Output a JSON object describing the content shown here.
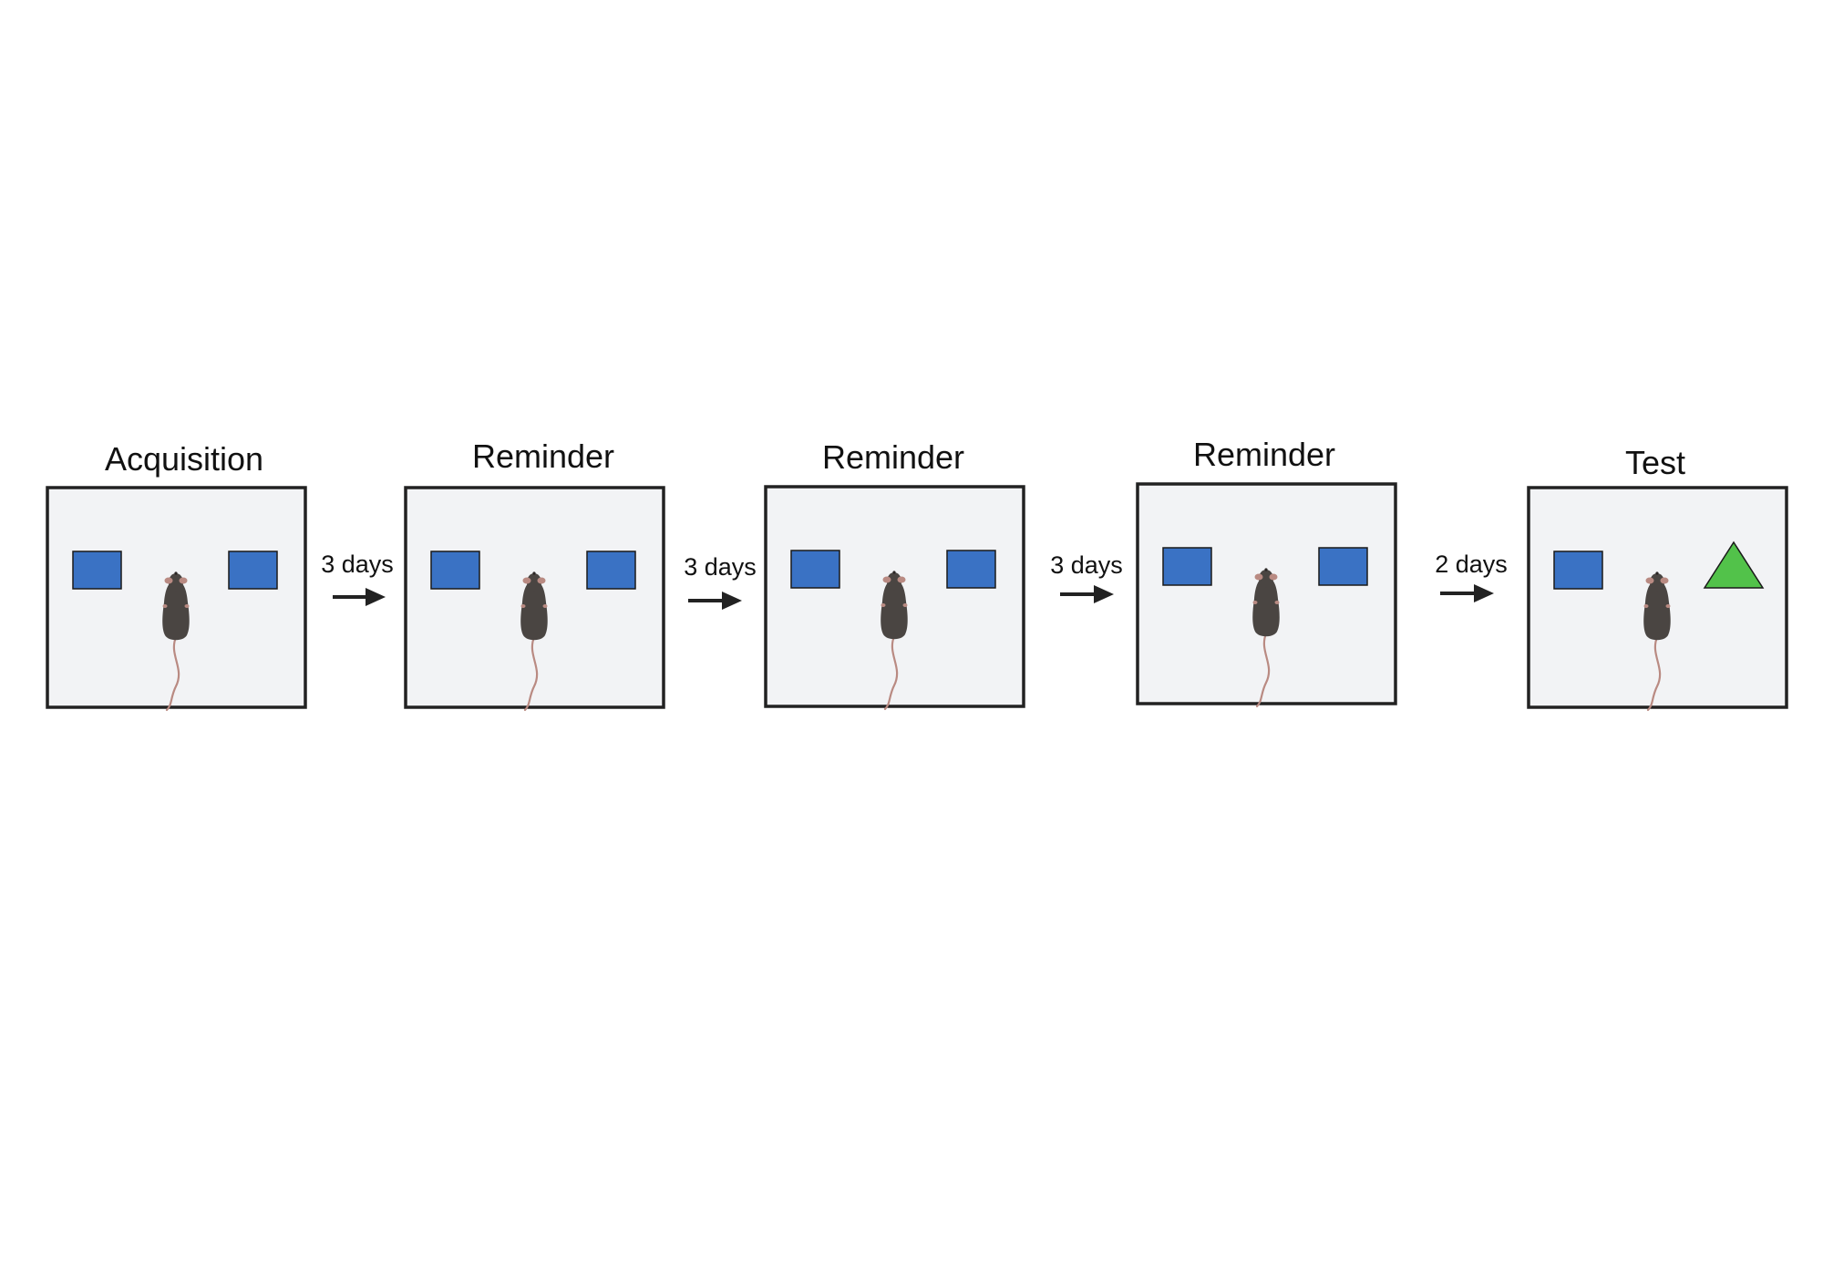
{
  "stages": [
    {
      "title": "Acquisition",
      "objects": [
        {
          "shape": "rectangle",
          "color": "#3a72c4"
        },
        {
          "shape": "rectangle",
          "color": "#3a72c4"
        }
      ]
    },
    {
      "title": "Reminder",
      "objects": [
        {
          "shape": "rectangle",
          "color": "#3a72c4"
        },
        {
          "shape": "rectangle",
          "color": "#3a72c4"
        }
      ]
    },
    {
      "title": "Reminder",
      "objects": [
        {
          "shape": "rectangle",
          "color": "#3a72c4"
        },
        {
          "shape": "rectangle",
          "color": "#3a72c4"
        }
      ]
    },
    {
      "title": "Reminder",
      "objects": [
        {
          "shape": "rectangle",
          "color": "#3a72c4"
        },
        {
          "shape": "rectangle",
          "color": "#3a72c4"
        }
      ]
    },
    {
      "title": "Test",
      "objects": [
        {
          "shape": "rectangle",
          "color": "#3a72c4"
        },
        {
          "shape": "triangle",
          "color": "#52c24a"
        }
      ]
    }
  ],
  "intervals": [
    {
      "label": "3 days"
    },
    {
      "label": "3 days"
    },
    {
      "label": "3 days"
    },
    {
      "label": "2 days"
    }
  ],
  "colors": {
    "arena_fill": "#f2f3f5",
    "arena_border": "#222222",
    "mouse_body": "#4a4542",
    "mouse_tail": "#b98a82",
    "arrow": "#222222"
  },
  "icons": {
    "animal": "mouse-icon",
    "interval": "arrow-right-icon"
  }
}
